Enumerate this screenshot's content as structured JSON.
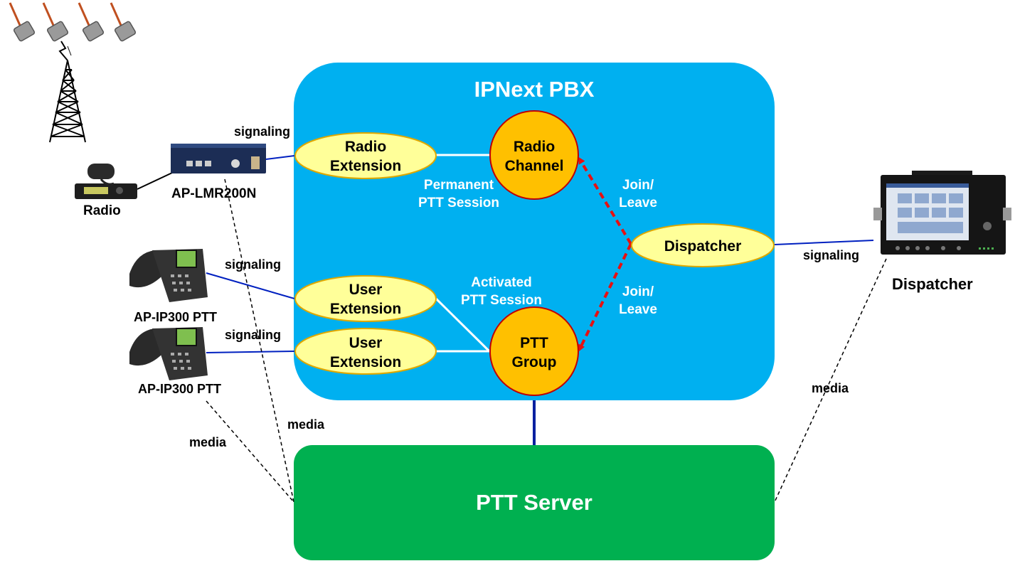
{
  "pbx": {
    "title": "IPNext PBX"
  },
  "server": {
    "title": "PTT Server"
  },
  "nodes": {
    "radio_extension": [
      "Radio",
      "Extension"
    ],
    "radio_channel": [
      "Radio",
      "Channel"
    ],
    "user_extension_1": [
      "User",
      "Extension"
    ],
    "user_extension_2": [
      "User",
      "Extension"
    ],
    "ptt_group": [
      "PTT",
      "Group"
    ],
    "dispatcher": "Dispatcher"
  },
  "sessions": {
    "permanent": [
      "Permanent",
      "PTT Session"
    ],
    "activated": [
      "Activated",
      "PTT Session"
    ],
    "join_leave_1": [
      "Join/",
      "Leave"
    ],
    "join_leave_2": [
      "Join/",
      "Leave"
    ]
  },
  "devices": {
    "radio": "Radio",
    "gateway": "AP-LMR200N",
    "phone_1": "AP-IP300 PTT",
    "phone_2": "AP-IP300 PTT",
    "dispatcher": "Dispatcher"
  },
  "links": {
    "signaling_gateway": "signaling",
    "signaling_phone_1": "signaling",
    "signaling_phone_2": "signaling",
    "signaling_dispatcher": "signaling",
    "media_gateway": "media",
    "media_phone": "media",
    "media_dispatcher": "media"
  },
  "colors": {
    "pbx_fill": "#00b0f0",
    "server_fill": "#00b050",
    "node_fill": "#ffc000",
    "extension_fill": "#ffff99",
    "signal_line": "#0020c0",
    "join_arrow": "#e81010"
  }
}
